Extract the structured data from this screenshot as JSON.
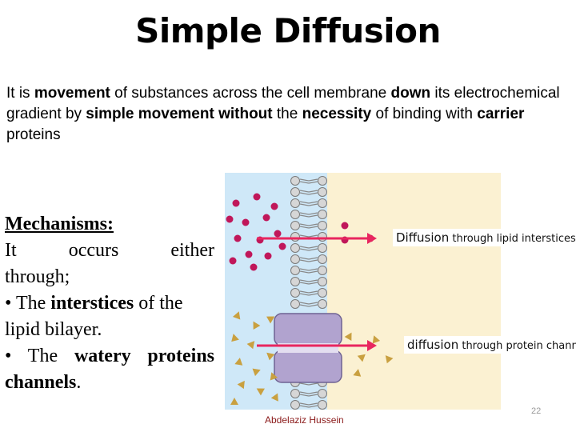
{
  "slide": {
    "title": "Simple Diffusion",
    "intro": [
      {
        "t": "It is ",
        "b": false
      },
      {
        "t": "movement",
        "b": true
      },
      {
        "t": " of substances across the cell membrane ",
        "b": false
      },
      {
        "t": "down",
        "b": true
      },
      {
        "t": " its electrochemical gradient by ",
        "b": false
      },
      {
        "t": "simple movement without",
        "b": true
      },
      {
        "t": " the ",
        "b": false
      },
      {
        "t": "necessity",
        "b": true
      },
      {
        "t": " of binding with ",
        "b": false
      },
      {
        "t": "carrier",
        "b": true
      },
      {
        "t": " proteins",
        "b": false
      }
    ],
    "mechanisms": {
      "heading": "Mechanisms:",
      "line1_words": [
        "It",
        "occurs",
        "either"
      ],
      "line2": "through;",
      "bullet1": {
        "prefix": "• The ",
        "bold": "interstices",
        "suffix": " of the lipid bilayer."
      },
      "bullet2": {
        "prefix": "• The ",
        "bold": "watery proteins channels",
        "suffix": "."
      }
    },
    "figure": {
      "caption1": {
        "word": "Diffusion",
        "rest": "through lipid interstices"
      },
      "caption2": {
        "word": "diffusion",
        "rest": "through protein channels"
      },
      "colors": {
        "outside": "#cfe8f8",
        "inside": "#fbf1d2",
        "arrow": "#e8265f",
        "dot": "#c0175a",
        "triangle": "#c9a040",
        "channel": "#b1a3cf"
      }
    },
    "author": "Abdelaziz  Hussein",
    "page_number": "22"
  }
}
